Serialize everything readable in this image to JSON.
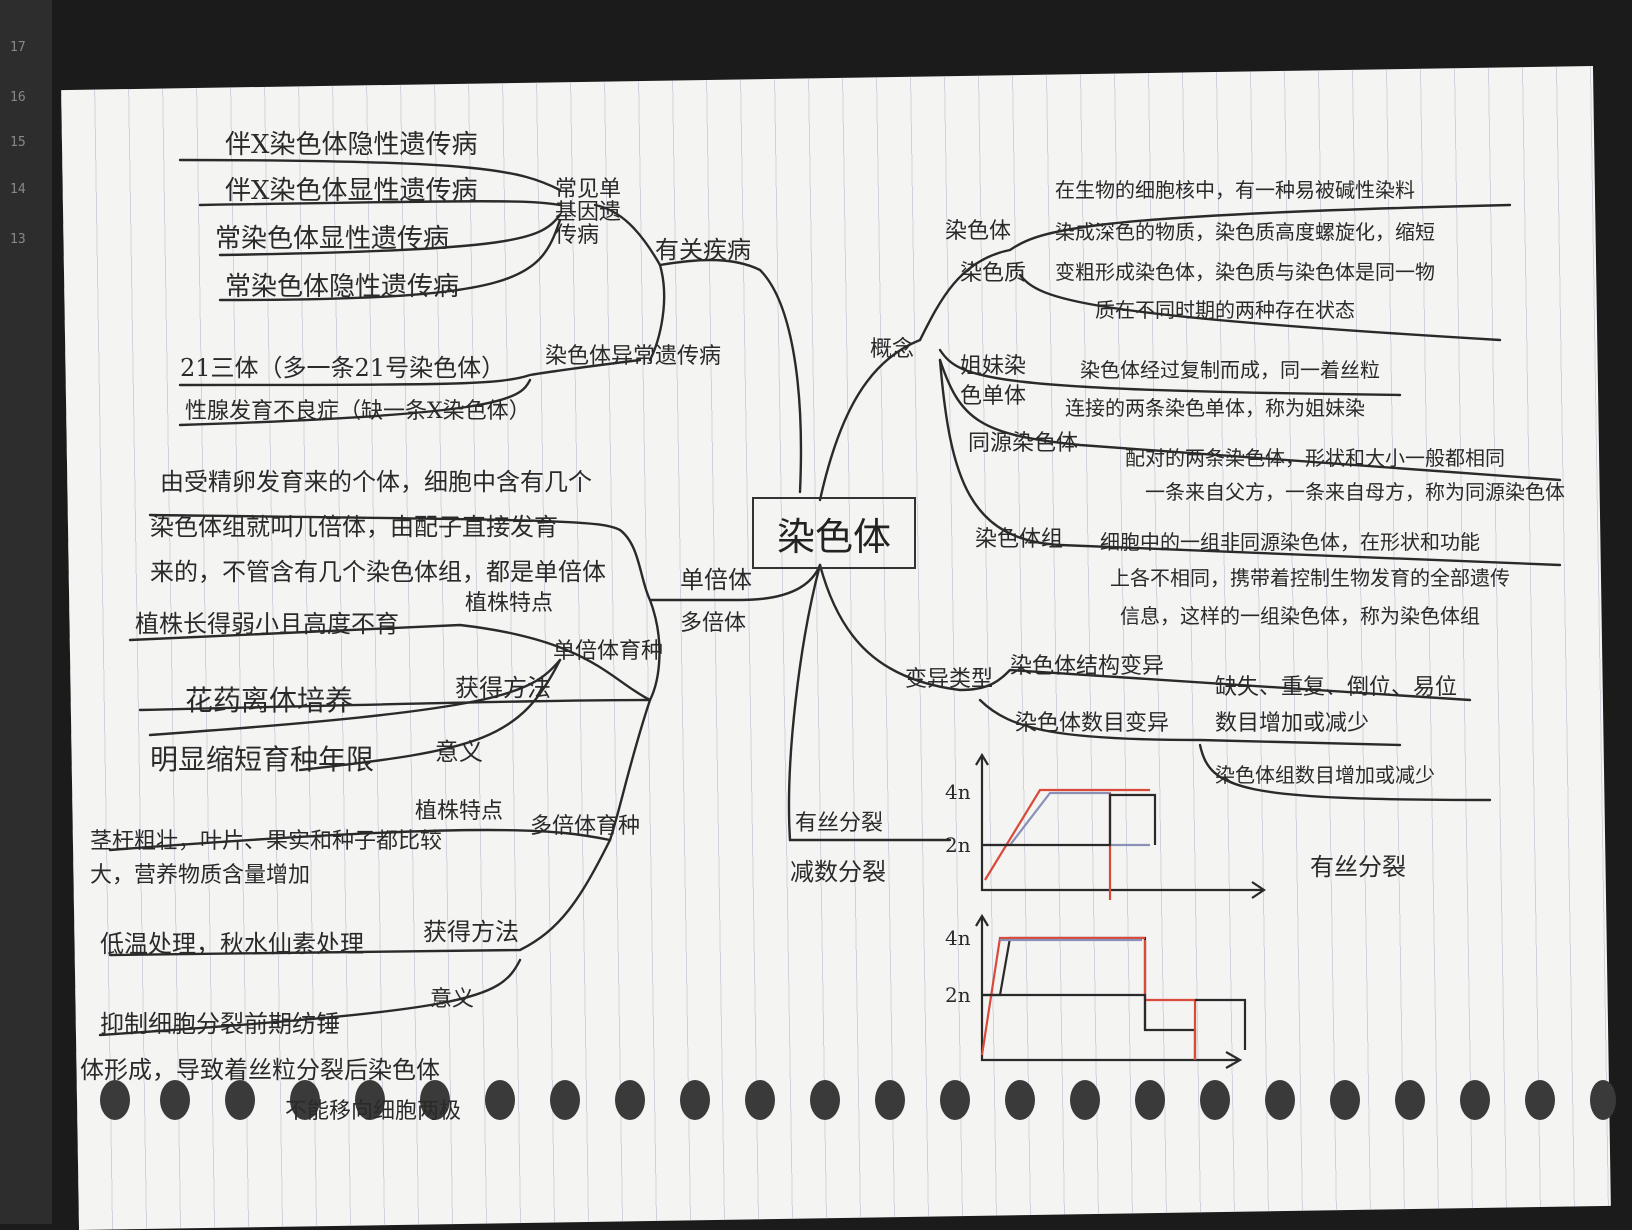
{
  "center": "染色体",
  "ruler": [
    "17",
    "16",
    "15",
    "14",
    "13"
  ],
  "branches": {
    "disease": {
      "label": "有关疾病",
      "single_gene_label": "常见单基因遗传病",
      "single_gene_items": [
        "伴X染色体隐性遗传病",
        "伴X染色体显性遗传病",
        "常染色体显性遗传病",
        "常染色体隐性遗传病"
      ],
      "chrom_label": "染色体异常遗传病",
      "chrom_items": [
        "21三体（多一条21号染色体）",
        "性腺发育不良症（缺一条X染色体）"
      ]
    },
    "ploidy": {
      "label": "单倍体",
      "label2": "多倍体",
      "definition": [
        "由受精卵发育来的个体，细胞中含有几个",
        "染色体组就叫几倍体，由配子直接发育",
        "来的，不管含有几个染色体组，都是单倍体"
      ],
      "haploid_label": "单倍体育种",
      "haploid_feature_label": "植株特点",
      "haploid_feature": "植株长得弱小且高度不育",
      "haploid_method_label": "获得方法",
      "haploid_method": "花药离体培养",
      "haploid_meaning_label": "意义",
      "haploid_meaning": "明显缩短育种年限",
      "polyploid_label": "多倍体育种",
      "polyploid_feature_label": "植株特点",
      "polyploid_feature": [
        "茎杆粗壮，叶片、果实和种子都比较大，营养物质含量增加"
      ],
      "polyploid_method": "低温处理，秋水仙素处理",
      "polyploid_method_label": "获得方法",
      "polyploid_meaning_label": "意义",
      "polyploid_meaning": [
        "抑制细胞分裂前期纺锤",
        "体形成，导致着丝粒分裂后染色体",
        "不能移向细胞两极"
      ]
    },
    "mitosis": {
      "label": "有丝分裂",
      "label2": "减数分裂",
      "caption": "有丝分裂",
      "axis_4n": "4n",
      "axis_2n": "2n"
    },
    "concept": {
      "label": "概念",
      "chromatin_label": "染色体",
      "chromatin_label2": "染色质",
      "chromatin_text": [
        "在生物的细胞核中，有一种易被碱性染料",
        "染成深色的物质，染色质高度螺旋化，缩短",
        "变粗形成染色体，染色质与染色体是同一物",
        "质在不同时期的两种存在状态"
      ],
      "tetrad_label": "姐妹染",
      "tetrad_label2": "色单体",
      "tetrad_text": [
        "染色体经过复制而成，同一着丝粒",
        "连接的两条染色单体，称为姐妹染"
      ],
      "homolog_label": "同源染色体",
      "homolog_text": [
        "配对的两条染色体，形状和大小一般都相同",
        "一条来自父方，一条来自母方，称为同源染色体"
      ],
      "set_label": "染色体组",
      "set_text": [
        "细胞中的一组非同源染色体，在形状和功能",
        "上各不相同，携带着控制生物发育的全部遗传",
        "信息，这样的一组染色体，称为染色体组"
      ]
    },
    "variation": {
      "label": "变异类型",
      "structure_label": "染色体结构变异",
      "structure_items": "缺失、重复、倒位、易位",
      "number_label": "染色体数目变异",
      "number_item1": "数目增加或减少",
      "number_item2": "染色体组数目增加或减少"
    }
  }
}
